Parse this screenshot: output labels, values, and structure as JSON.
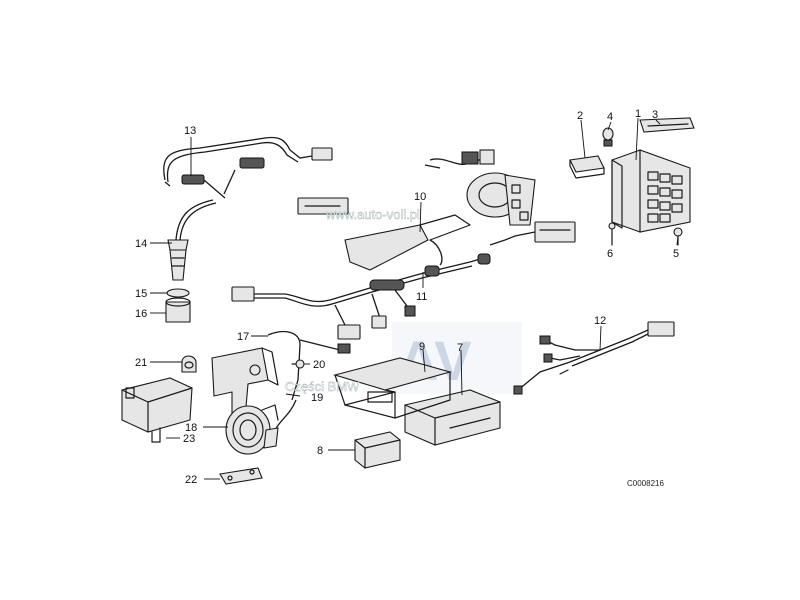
{
  "diagram": {
    "callouts": [
      {
        "id": "c1",
        "text": "1"
      },
      {
        "id": "c2",
        "text": "2"
      },
      {
        "id": "c3",
        "text": "3"
      },
      {
        "id": "c4",
        "text": "4"
      },
      {
        "id": "c5",
        "text": "5"
      },
      {
        "id": "c6",
        "text": "6"
      },
      {
        "id": "c7",
        "text": "7"
      },
      {
        "id": "c8",
        "text": "8"
      },
      {
        "id": "c9",
        "text": "9"
      },
      {
        "id": "c10",
        "text": "10"
      },
      {
        "id": "c11",
        "text": "11"
      },
      {
        "id": "c12",
        "text": "12"
      },
      {
        "id": "c13",
        "text": "13"
      },
      {
        "id": "c14",
        "text": "14"
      },
      {
        "id": "c15",
        "text": "15"
      },
      {
        "id": "c16",
        "text": "16"
      },
      {
        "id": "c17",
        "text": "17"
      },
      {
        "id": "c18",
        "text": "18"
      },
      {
        "id": "c19",
        "text": "19"
      },
      {
        "id": "c20",
        "text": "20"
      },
      {
        "id": "c21",
        "text": "21"
      },
      {
        "id": "c22",
        "text": "22"
      },
      {
        "id": "c23",
        "text": "23"
      }
    ],
    "drawing_code": "C0008216"
  },
  "watermarks": {
    "site": "www.auto-voll.pl",
    "logo": "AV",
    "caption": "Części BMW"
  }
}
